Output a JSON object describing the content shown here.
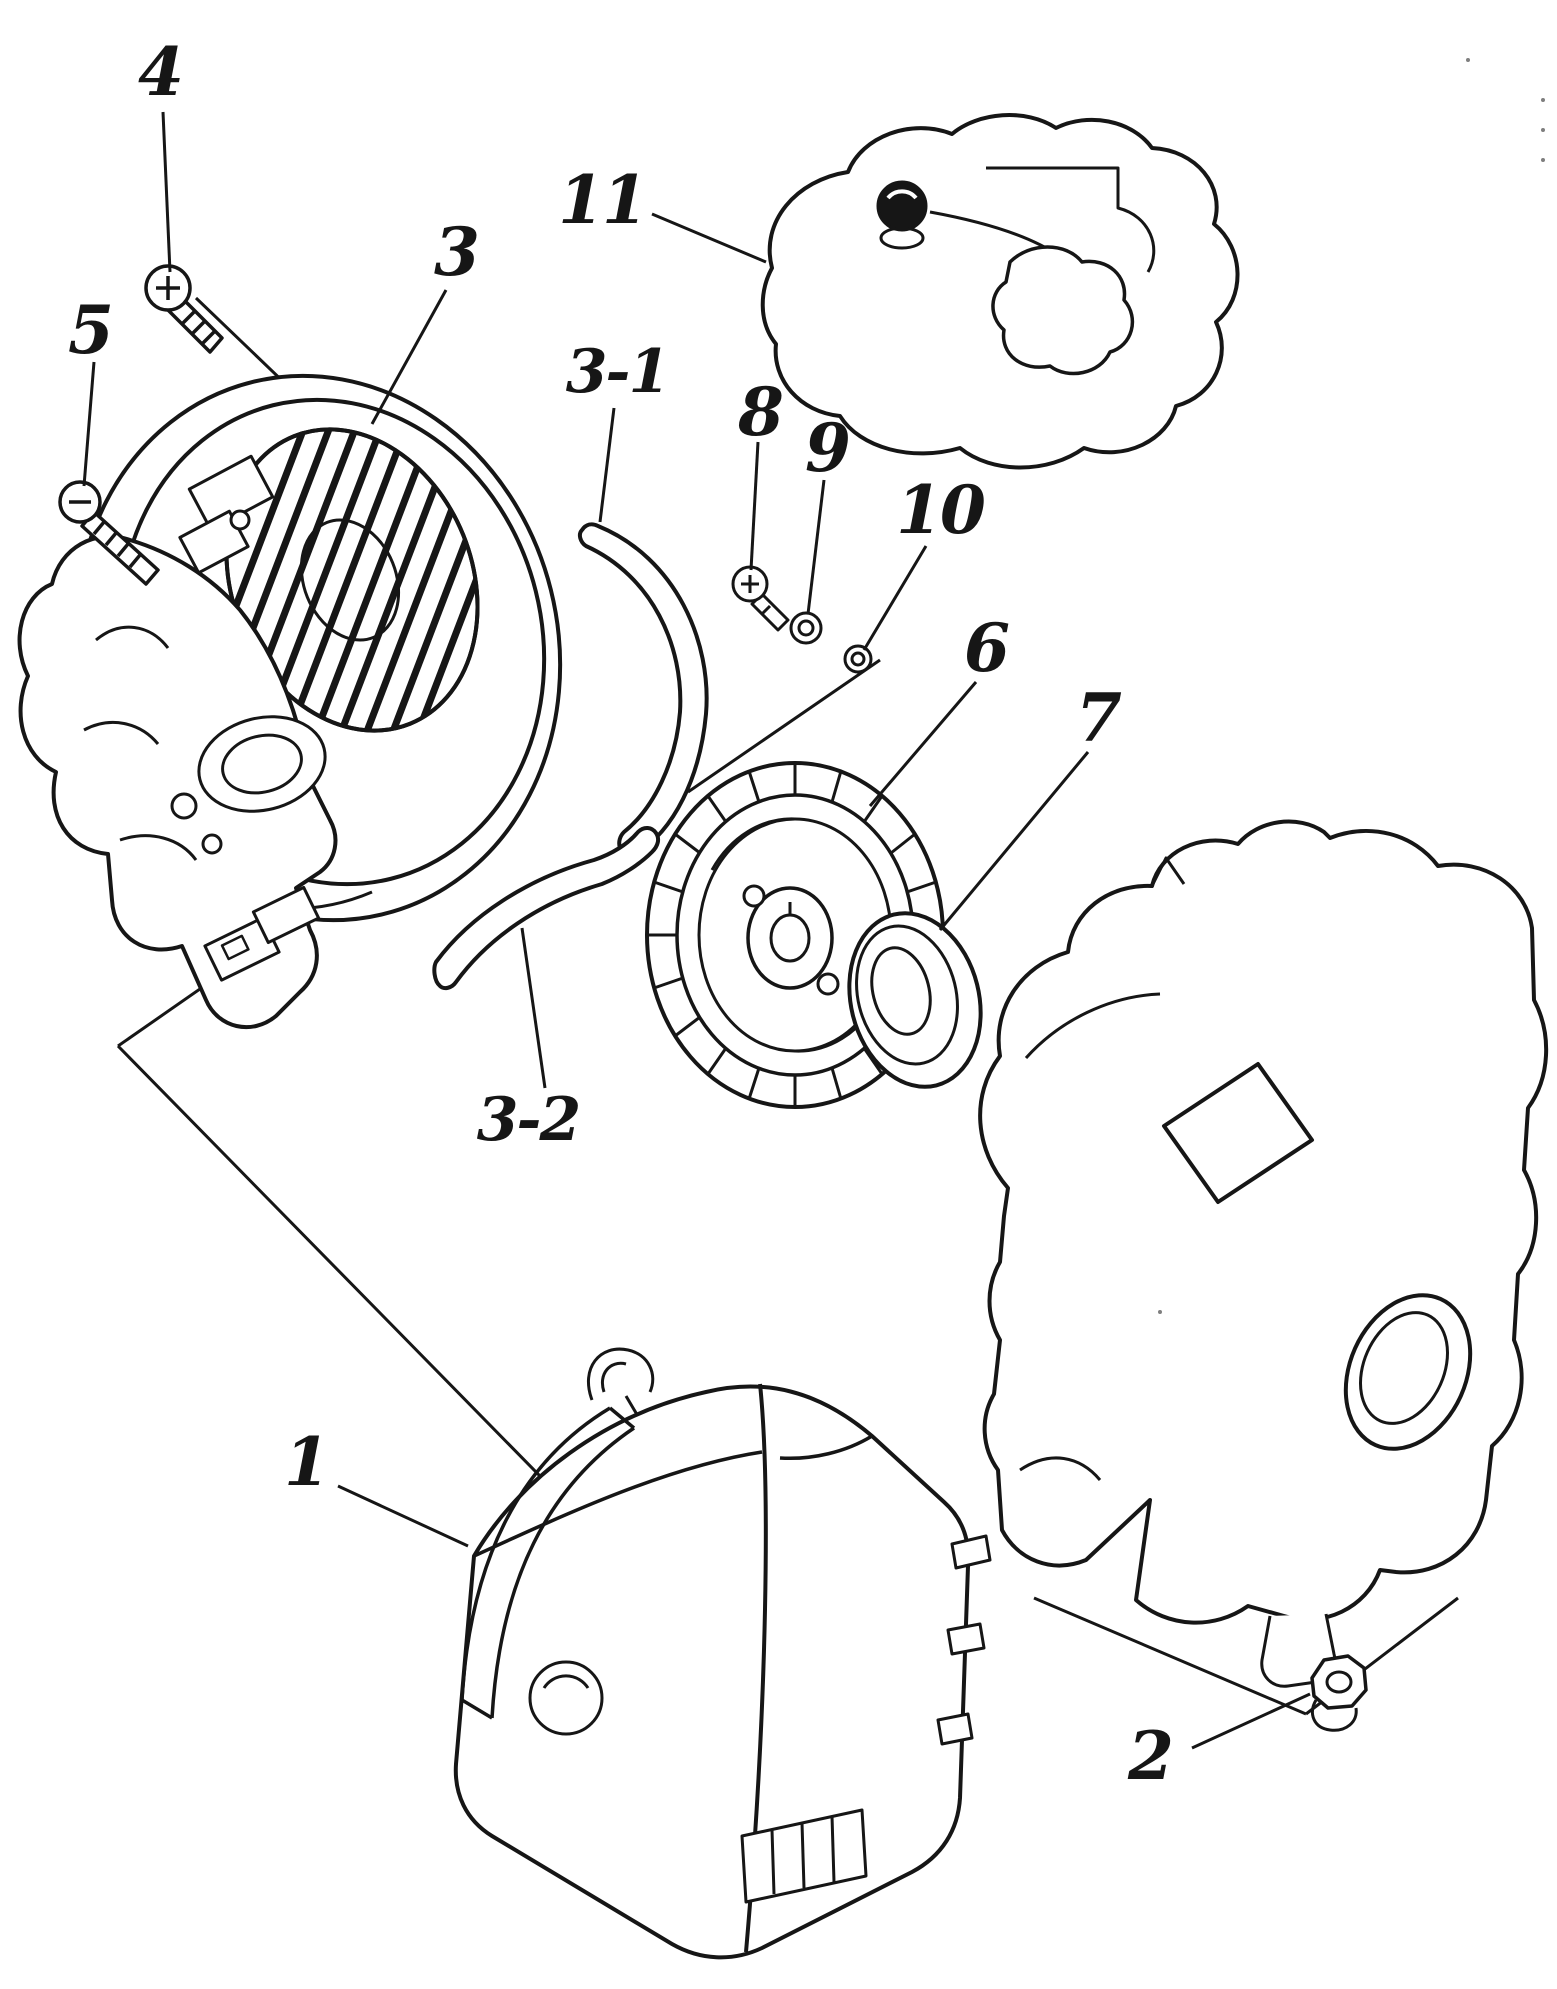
{
  "page": {
    "background": "#ffffff",
    "ink_color": "#161616"
  },
  "diagram": {
    "type": "exploded-parts-diagram",
    "callouts": [
      {
        "id": "4",
        "label": "4"
      },
      {
        "id": "5",
        "label": "5"
      },
      {
        "id": "3",
        "label": "3"
      },
      {
        "id": "11",
        "label": "11"
      },
      {
        "id": "3-1",
        "label": "3-1"
      },
      {
        "id": "8",
        "label": "8"
      },
      {
        "id": "9",
        "label": "9"
      },
      {
        "id": "10",
        "label": "10"
      },
      {
        "id": "6",
        "label": "6"
      },
      {
        "id": "7",
        "label": "7"
      },
      {
        "id": "3-2",
        "label": "3-2"
      },
      {
        "id": "1",
        "label": "1"
      },
      {
        "id": "2",
        "label": "2"
      }
    ]
  }
}
